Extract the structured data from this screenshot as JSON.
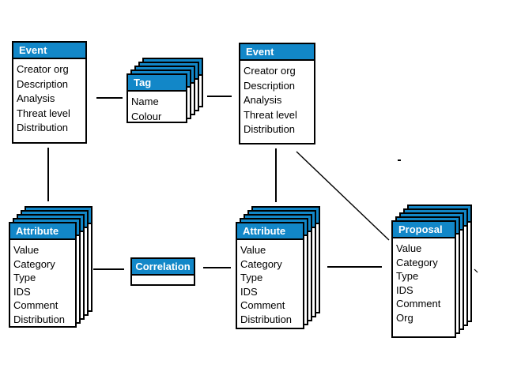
{
  "colors": {
    "accent_blue": "#1287c8",
    "line": "#000000",
    "background": "#ffffff"
  },
  "diagram": {
    "entities": [
      {
        "id": "event-left",
        "title": "Event",
        "fields": [
          "Creator org",
          "Description",
          "Analysis",
          "Threat level",
          "Distribution"
        ]
      },
      {
        "id": "tag",
        "title": "Tag",
        "fields": [
          "Name",
          "Colour"
        ]
      },
      {
        "id": "event-right",
        "title": "Event",
        "fields": [
          "Creator org",
          "Description",
          "Analysis",
          "Threat level",
          "Distribution"
        ]
      },
      {
        "id": "attribute-left",
        "title": "Attribute",
        "fields": [
          "Value",
          "Category",
          "Type",
          "IDS",
          "Comment",
          "Distribution"
        ]
      },
      {
        "id": "correlation",
        "title": "Correlation",
        "fields": []
      },
      {
        "id": "attribute-middle",
        "title": "Attribute",
        "fields": [
          "Value",
          "Category",
          "Type",
          "IDS",
          "Comment",
          "Distribution"
        ]
      },
      {
        "id": "proposal",
        "title": "Proposal",
        "fields": [
          "Value",
          "Category",
          "Type",
          "IDS",
          "Comment",
          "Org"
        ]
      }
    ]
  }
}
